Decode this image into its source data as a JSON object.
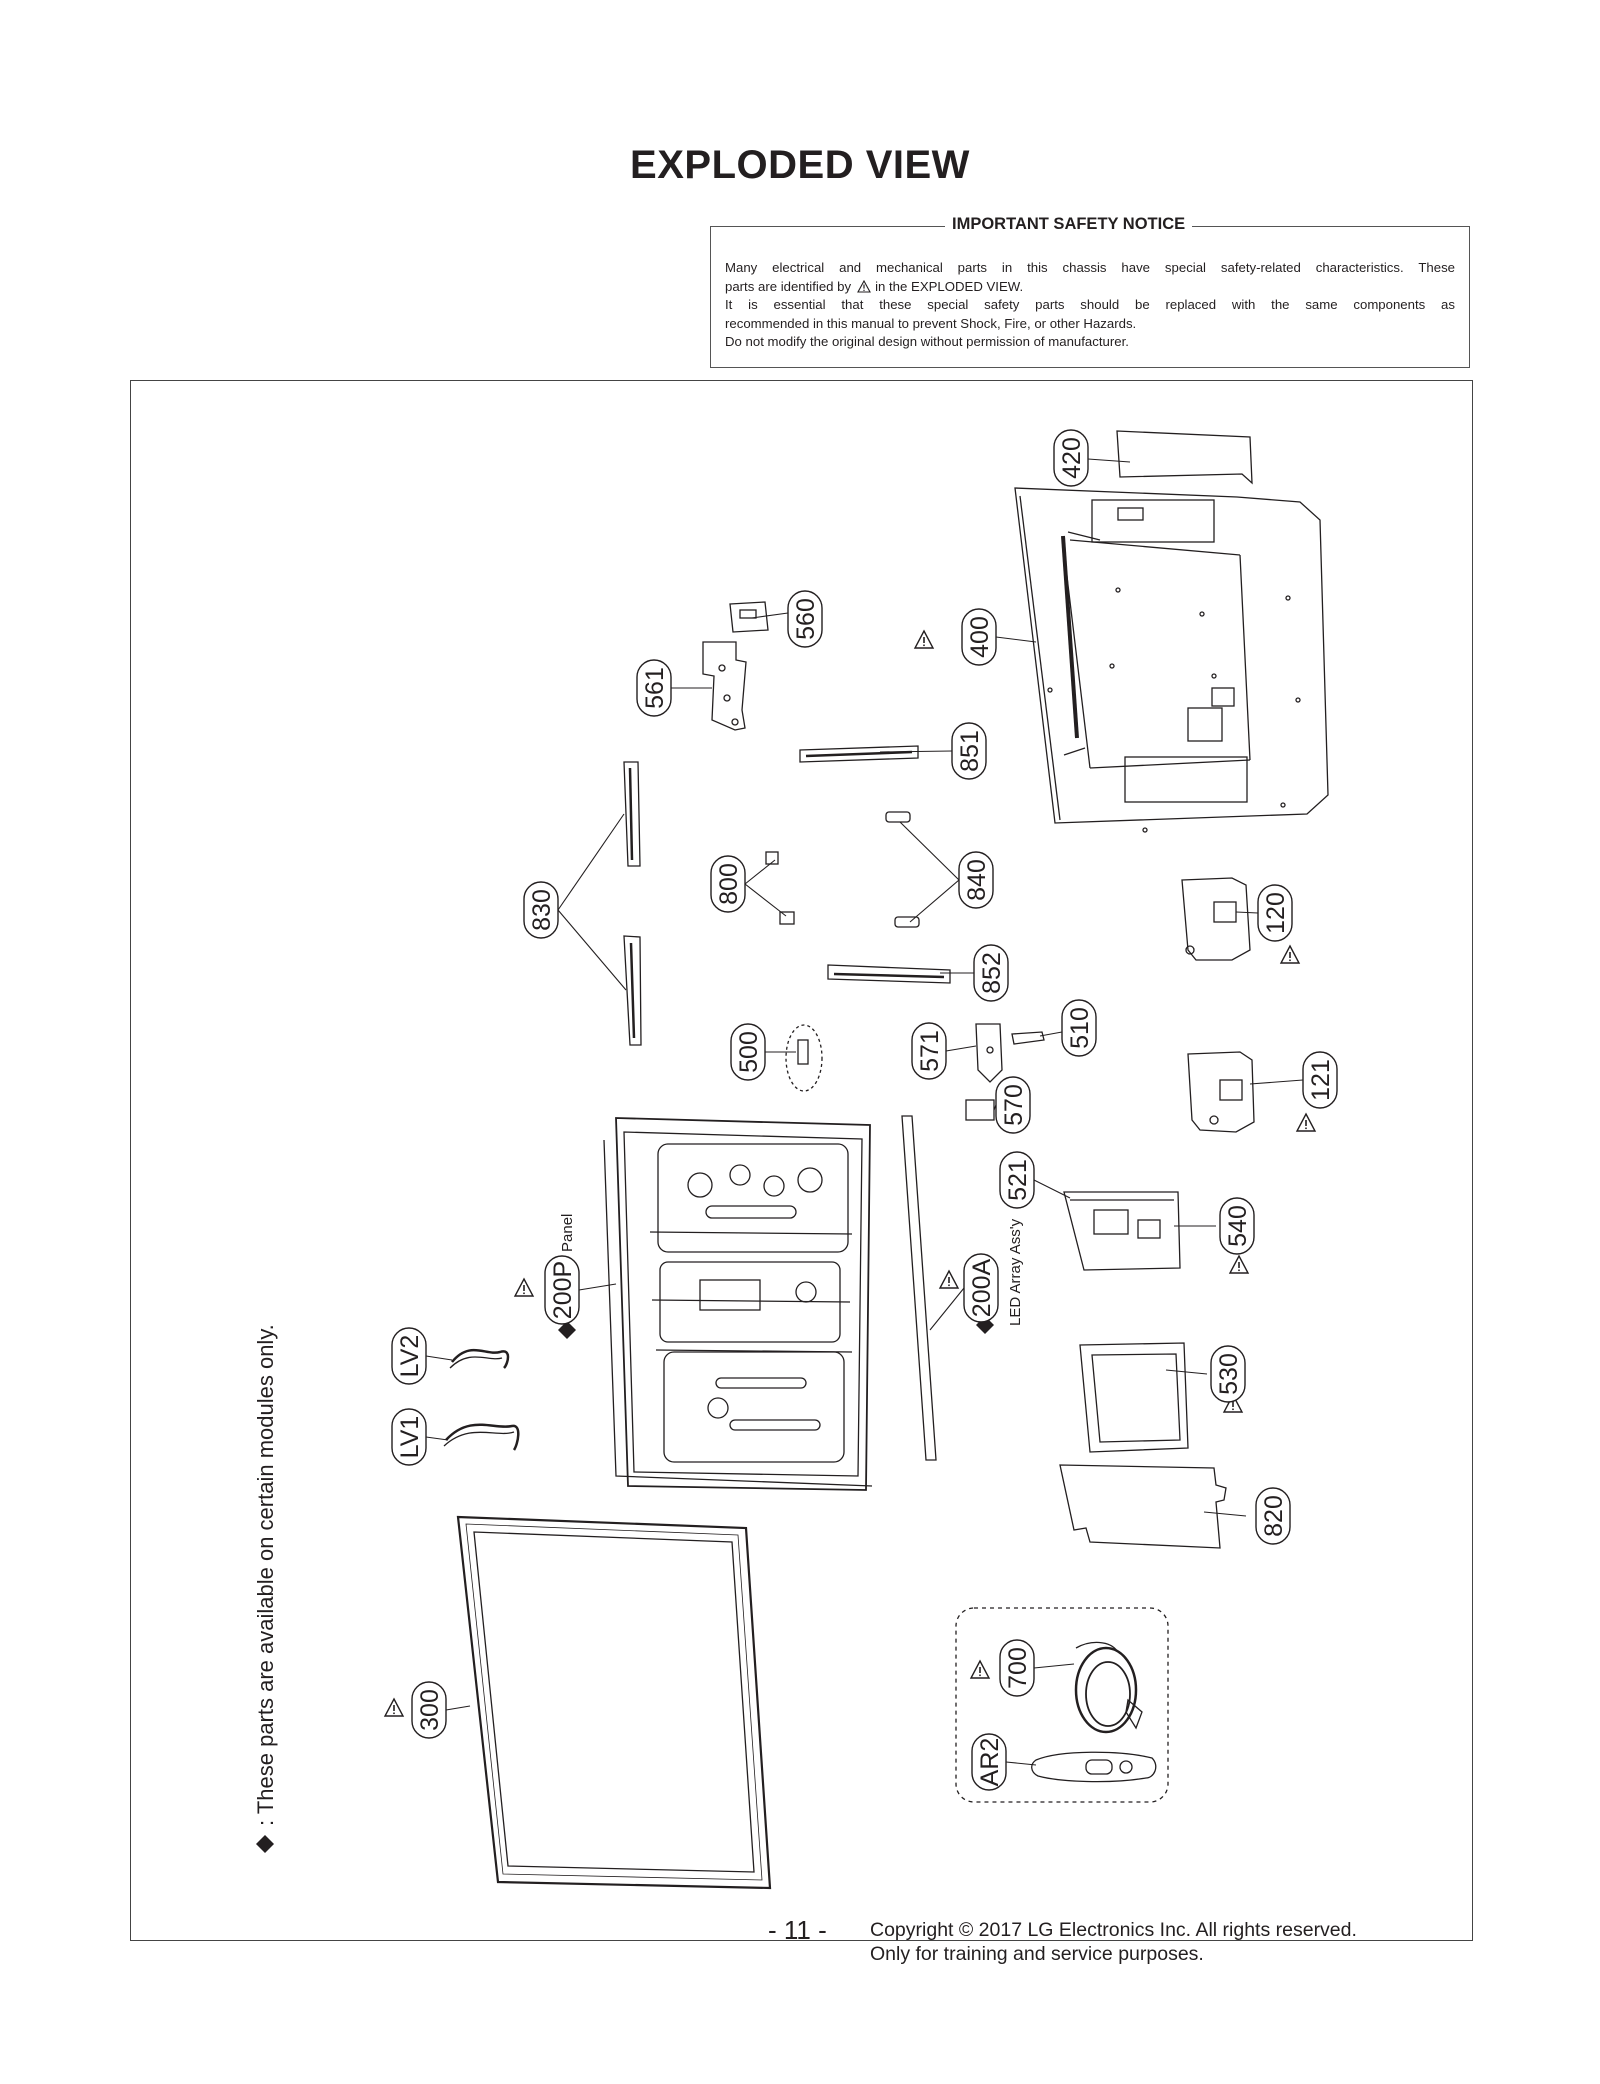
{
  "page": {
    "title": "EXPLODED VIEW",
    "page_number": "- 11 -",
    "copyright_line1": "Copyright © 2017 LG Electronics Inc. All rights reserved.",
    "copyright_line2": "Only for training and service purposes."
  },
  "notice": {
    "heading": "IMPORTANT SAFETY NOTICE",
    "line1": "Many electrical and mechanical parts in this chassis have special safety-related characteristics. These",
    "line2_pre": "parts are identified by",
    "line2_post": "in the EXPLODED VIEW.",
    "line3": "It is essential that these special safety parts should be replaced with the same components as",
    "line4": "recommended in this manual to prevent Shock, Fire, or other Hazards.",
    "line5": "Do not modify the original design without permission of manufacturer."
  },
  "diagram": {
    "footnote": ": These parts are available on certain modules only.",
    "callouts": {
      "p420": "420",
      "p400": "400",
      "p560": "560",
      "p561": "561",
      "p851": "851",
      "p830": "830",
      "p800": "800",
      "p840": "840",
      "p120": "120",
      "p852": "852",
      "p500": "500",
      "p571": "571",
      "p510": "510",
      "p121": "121",
      "p570": "570",
      "p521": "521",
      "p540": "540",
      "p200p": "200P",
      "p200a": "200A",
      "p530": "530",
      "plv2": "LV2",
      "plv1": "LV1",
      "p820": "820",
      "p700": "700",
      "p300": "300",
      "par2": "AR2"
    },
    "panel_label": "Panel",
    "led_label": "LED Array Ass'y"
  }
}
